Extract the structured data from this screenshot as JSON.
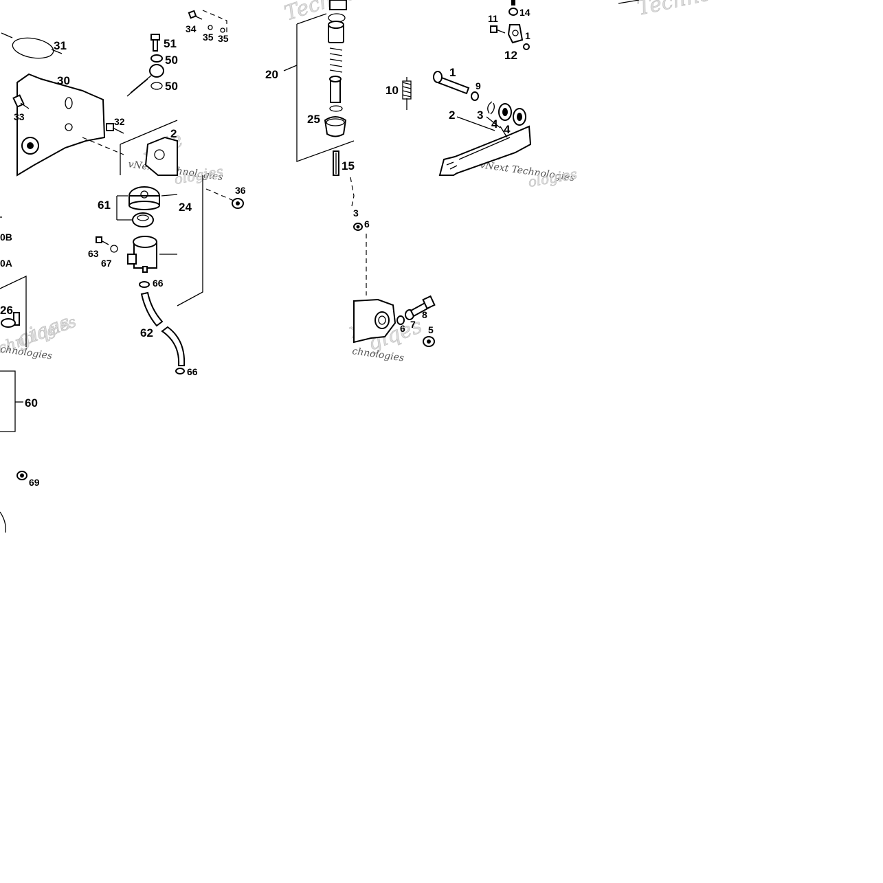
{
  "watermark": {
    "text": "vNext Technologies",
    "fragment_1": "Techno",
    "fragment_2": "vNe",
    "fragment_3": "ologies",
    "fragment_4": "chnologies",
    "fragment_5": "xt",
    "fragment_6": "giqes"
  },
  "callouts": {
    "c1": "1",
    "c2": "2",
    "c3a": "3",
    "c3b": "3",
    "c4a": "4",
    "c4b": "4",
    "c5": "5",
    "c6a": "6",
    "c6b": "6",
    "c7": "7",
    "c8": "8",
    "c9": "9",
    "c10": "10",
    "c11": "11",
    "c12": "12",
    "c13": "1",
    "c14": "14",
    "c15": "15",
    "c20": "20",
    "c2b": "2",
    "c24": "24",
    "c25": "25",
    "c26": "26",
    "c30": "30",
    "c31": "31",
    "c32": "32",
    "c33": "33",
    "c34": "34",
    "c35a": "35",
    "c35b": "35",
    "c36": "36",
    "c50a": "50",
    "c50b": "50",
    "c51": "51",
    "c60": "60",
    "c61": "61",
    "c62": "62",
    "c63": "63",
    "c66a": "66",
    "c66b": "66",
    "c67": "67",
    "c69": "69",
    "c0b": "0B",
    "c0a": "0A"
  }
}
